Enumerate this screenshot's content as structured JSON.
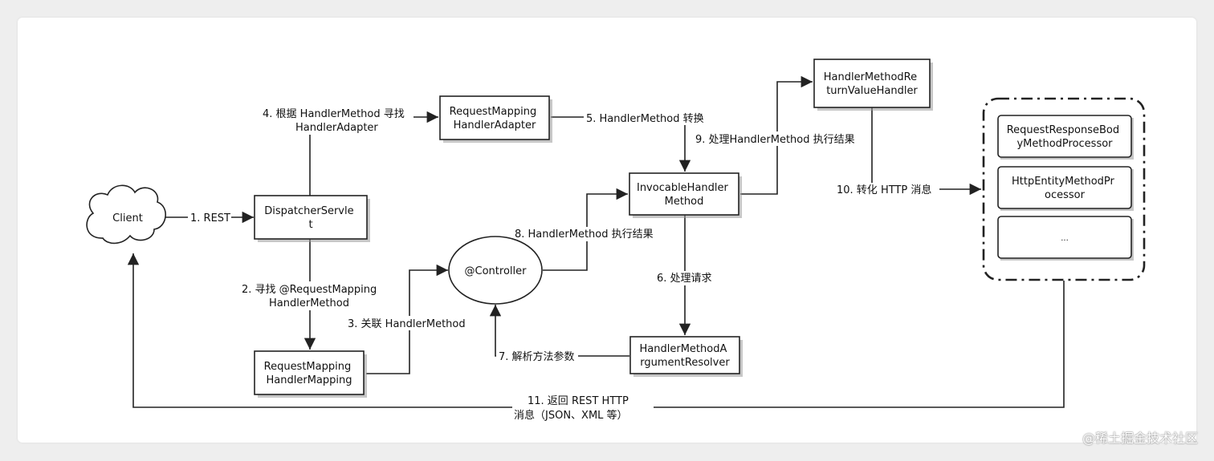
{
  "nodes": {
    "client": "Client",
    "dispatcher": [
      "DispatcherServle",
      "t"
    ],
    "mapping": [
      "RequestMapping",
      "HandlerMapping"
    ],
    "adapter": [
      "RequestMapping",
      "HandlerAdapter"
    ],
    "controller": "@Controller",
    "invocable": [
      "InvocableHandler",
      "Method"
    ],
    "argresolver": [
      "HandlerMethodA",
      "rgumentResolver"
    ],
    "returnhandler": [
      "HandlerMethodRe",
      "turnValueHandler"
    ],
    "processor1": [
      "RequestResponseBod",
      "yMethodProcessor"
    ],
    "processor2": [
      "HttpEntityMethodPr",
      "ocessor"
    ],
    "processor3": "..."
  },
  "edges": {
    "e1": [
      "1. REST"
    ],
    "e2": [
      "2. 寻找 @RequestMapping",
      "HandlerMethod"
    ],
    "e3": [
      "3. 关联 HandlerMethod"
    ],
    "e4": [
      "4. 根据 HandlerMethod 寻找",
      "HandlerAdapter"
    ],
    "e5": [
      "5. HandlerMethod 转换"
    ],
    "e6": [
      "6. 处理请求"
    ],
    "e7": [
      "7. 解析方法参数"
    ],
    "e8": [
      "8. HandlerMethod 执行结果"
    ],
    "e9": [
      "9. 处理HandlerMethod 执行结果"
    ],
    "e10": [
      "10. 转化 HTTP 消息"
    ],
    "e11": [
      "11. 返回 REST HTTP",
      "消息（JSON、XML 等）"
    ]
  },
  "watermark": "@稀土掘金技术社区"
}
